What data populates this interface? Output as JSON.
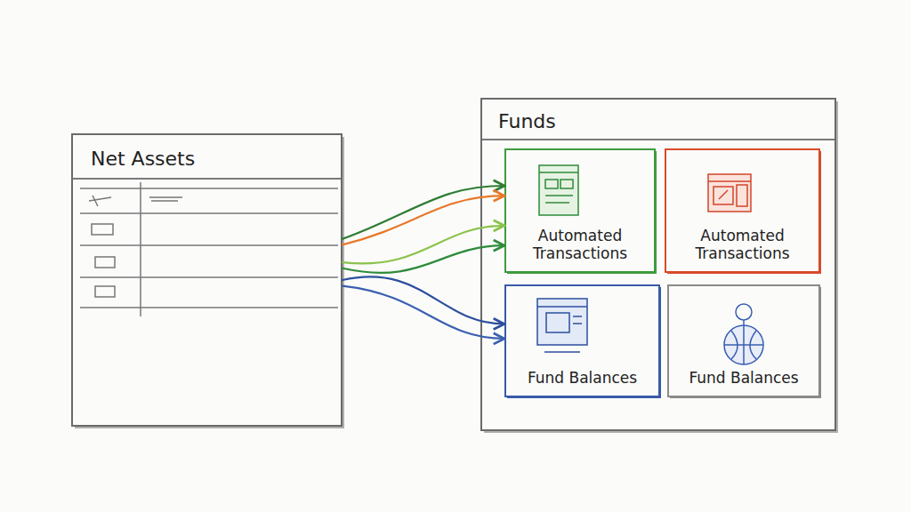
{
  "diagram": {
    "nodes": [
      {
        "text": [
          "Net Assets"
        ]
      },
      {
        "text": [
          "Funds"
        ]
      },
      {
        "text": [
          "Automated Transactions"
        ],
        "in": 1
      },
      {
        "text": [
          "Automated Transactions"
        ],
        "in": 1
      },
      {
        "text": [
          "Fund Balances"
        ],
        "in": 1
      },
      {
        "text": [
          "Fund Balances"
        ],
        "in": 1
      }
    ],
    "edges": [
      {
        "from": 0,
        "to": 2,
        "arrow": "to"
      },
      {
        "from": 0,
        "to": 2,
        "arrow": "to"
      },
      {
        "from": 0,
        "to": 2,
        "arrow": "to"
      },
      {
        "from": 0,
        "to": 2,
        "arrow": "to"
      },
      {
        "from": 0,
        "to": 4,
        "arrow": "to"
      },
      {
        "from": 0,
        "to": 4,
        "arrow": "to"
      }
    ]
  }
}
